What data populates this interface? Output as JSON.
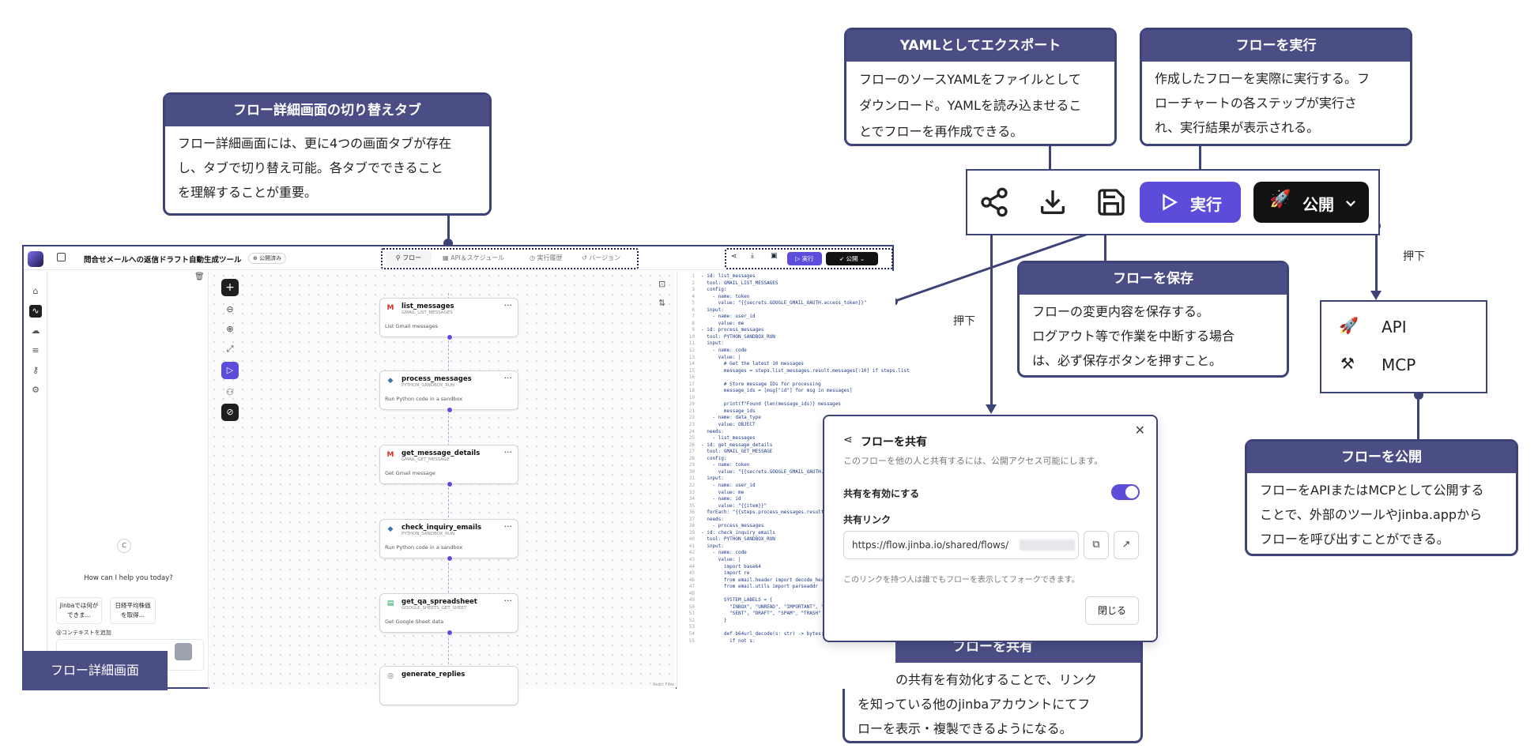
{
  "callouts": {
    "tabs": {
      "title": "フロー詳細画面の切り替えタブ",
      "body": [
        "フロー詳細画面には、更に4つの画面タブが存在",
        "し、タブで切り替え可能。各タブでできること",
        "を理解することが重要。"
      ]
    },
    "yaml": {
      "title": "YAMLとしてエクスポート",
      "body": [
        "フローのソースYAMLをファイルとして",
        "ダウンロード。YAMLを読み込ませるこ",
        "とでフローを再作成できる。"
      ]
    },
    "run": {
      "title": "フローを実行",
      "body": [
        "作成したフローを実際に実行する。フ",
        "ローチャートの各ステップが実行さ",
        "れ、実行結果が表示される。"
      ]
    },
    "save": {
      "title": "フローを保存",
      "body": [
        "フローの変更内容を保存する。",
        "ログアウト等で作業を中断する場合",
        "は、必ず保存ボタンを押すこと。"
      ]
    },
    "share": {
      "title": "フローを共有",
      "body": [
        "フローの共有を有効化することで、リンク",
        "を知っている他のjinbaアカウントにてフ",
        "ローを表示・複製できるようになる。"
      ]
    },
    "publish": {
      "title": "フローを公開",
      "body": [
        "フローをAPIまたはMCPとして公開する",
        "ことで、外部のツールやjinba.appから",
        "フローを呼び出すことができる。"
      ]
    }
  },
  "labels": {
    "press_left": "押下",
    "press_right": "押下",
    "screen_label": "フロー詳細画面"
  },
  "big_toolbar": {
    "run_label": "実行",
    "publish_label": "公開",
    "icons": [
      "share-icon",
      "download-icon",
      "save-icon",
      "play-icon",
      "rocket-icon",
      "chevron-down-icon"
    ]
  },
  "app": {
    "title": "問合せメールへの返信ドラフト自動生成ツール",
    "status_badge": "公開済み",
    "tabs": [
      {
        "label": "フロー",
        "icon": "flow-icon",
        "active": true
      },
      {
        "label": "API＆スケジュール",
        "icon": "calendar-icon",
        "active": false
      },
      {
        "label": "実行履歴",
        "icon": "clock-icon",
        "active": false
      },
      {
        "label": "バージョン",
        "icon": "history-icon",
        "active": false
      }
    ],
    "toolbar": {
      "run_label": "実行",
      "publish_label": "公開"
    },
    "chat": {
      "avatar": "C",
      "greeting": "How can I help you today?",
      "suggestions": [
        "Jinbaでは何ができま...",
        "日経平均株価を取得..."
      ],
      "add_context": "@コンテキストを追加"
    },
    "nodes": [
      {
        "name": "list_messages",
        "tool": "GMAIL_LIST_MESSAGES",
        "desc": "List Gmail messages",
        "icon": "gmail-icon"
      },
      {
        "name": "process_messages",
        "tool": "PYTHON_SANDBOX_RUN",
        "desc": "Run Python code in a sandbox",
        "icon": "python-icon"
      },
      {
        "name": "get_message_details",
        "tool": "GMAIL_GET_MESSAGE",
        "desc": "Get Gmail message",
        "icon": "gmail-icon"
      },
      {
        "name": "check_inquiry_emails",
        "tool": "PYTHON_SANDBOX_RUN",
        "desc": "Run Python code in a sandbox",
        "icon": "python-icon"
      },
      {
        "name": "get_qa_spreadsheet",
        "tool": "GOOGLE_SHEETS_GET_SHEET",
        "desc": "Get Google Sheet data",
        "icon": "sheets-icon"
      },
      {
        "name": "generate_replies",
        "tool": "",
        "desc": "",
        "icon": "generic-icon"
      }
    ],
    "react_flow": "React Flow",
    "code_lines": [
      "- id: list_messages",
      "  tool: GMAIL_LIST_MESSAGES",
      "  config:",
      "    - name: token",
      "      value: \"{{secrets.GOOGLE_GMAIL_OAUTH.access_token}}\"",
      "  input:",
      "    - name: user_id",
      "      value: me",
      "- id: process_messages",
      "  tool: PYTHON_SANDBOX_RUN",
      "  input:",
      "    - name: code",
      "      value: |",
      "        # Get the latest 10 messages",
      "        messages = steps.list_messages.result.messages[:10] if steps.list",
      "",
      "        # Store message IDs for processing",
      "        message_ids = [msg[\"id\"] for msg in messages]",
      "",
      "        print(f\"Found {len(message_ids)} messages",
      "        message_ids",
      "    - name: data_type",
      "      value: OBJECT",
      "  needs:",
      "    - list_messages",
      "- id: get_message_details",
      "  tool: GMAIL_GET_MESSAGE",
      "  config:",
      "    - name: token",
      "      value: \"{{secrets.GOOGLE_GMAIL_OAUTH.access_t",
      "  input:",
      "    - name: user_id",
      "      value: me",
      "    - name: id",
      "      value: \"{{item}}\"",
      "  forEach: \"{{steps.process_messages.result.data}}\"",
      "  needs:",
      "    - process_messages",
      "- id: check_inquiry_emails",
      "  tool: PYTHON_SANDBOX_RUN",
      "  input:",
      "    - name: code",
      "      value: |",
      "        import base64",
      "        import re",
      "        from email.header import decode_header",
      "        from email.utils import parseaddr",
      "",
      "        SYSTEM_LABELS = {",
      "          \"INBOX\", \"UNREAD\", \"IMPORTANT\", \"STARRED\",",
      "          \"SENT\", \"DRAFT\", \"SPAM\", \"TRASH\"",
      "        }",
      "",
      "        def b64url_decode(s: str) -> bytes:",
      "          if not s:"
    ]
  },
  "share_dialog": {
    "title": "フローを共有",
    "subtitle": "このフローを他の人と共有するには、公開アクセス可能にします。",
    "enable_label": "共有を有効にする",
    "enabled": true,
    "link_label": "共有リンク",
    "link_value": "https://flow.jinba.io/shared/flows/",
    "note": "このリンクを持つ人は誰でもフローを表示してフォークできます。",
    "close_button": "閉じる"
  },
  "publish_menu": {
    "items": [
      {
        "label": "API",
        "icon": "rocket-icon"
      },
      {
        "label": "MCP",
        "icon": "hammer-icon"
      }
    ]
  }
}
